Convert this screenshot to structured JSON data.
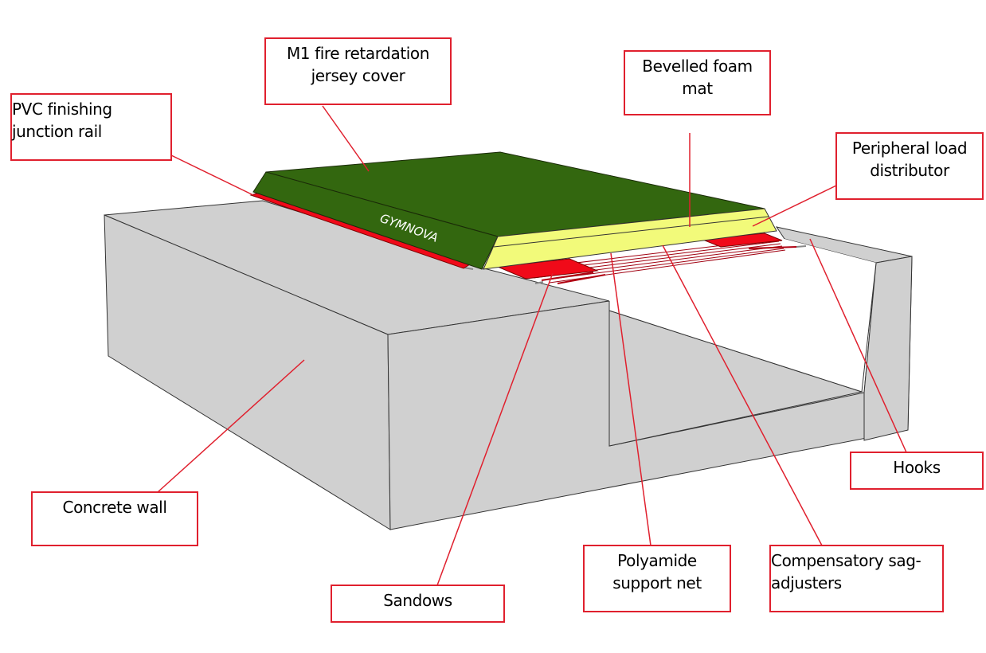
{
  "diagram": {
    "subject": "Pit foam mat over concrete wall pit",
    "brand_logo_text": "GYMNOVA",
    "colors": {
      "cover_green": "#33670f",
      "foam_yellow": "#f2fa7a",
      "red_parts": "#f00a19",
      "concrete": "#d0d0d0",
      "callout": "#e0202e"
    },
    "labels": [
      {
        "id": "m1-cover",
        "text": "M1 fire retardation\njersey cover"
      },
      {
        "id": "pvc-rail",
        "text": "PVC finishing\njunction rail"
      },
      {
        "id": "bevelled-mat",
        "text": "Bevelled foam\nmat"
      },
      {
        "id": "load-distributor",
        "text": "Peripheral load\ndistributor"
      },
      {
        "id": "hooks",
        "text": "Hooks"
      },
      {
        "id": "concrete-wall",
        "text": "Concrete wall"
      },
      {
        "id": "sandows",
        "text": "Sandows"
      },
      {
        "id": "polyamide-net",
        "text": "Polyamide\nsupport net"
      },
      {
        "id": "sag-adjusters",
        "text": "Compensatory sag-\nadjusters"
      }
    ]
  }
}
